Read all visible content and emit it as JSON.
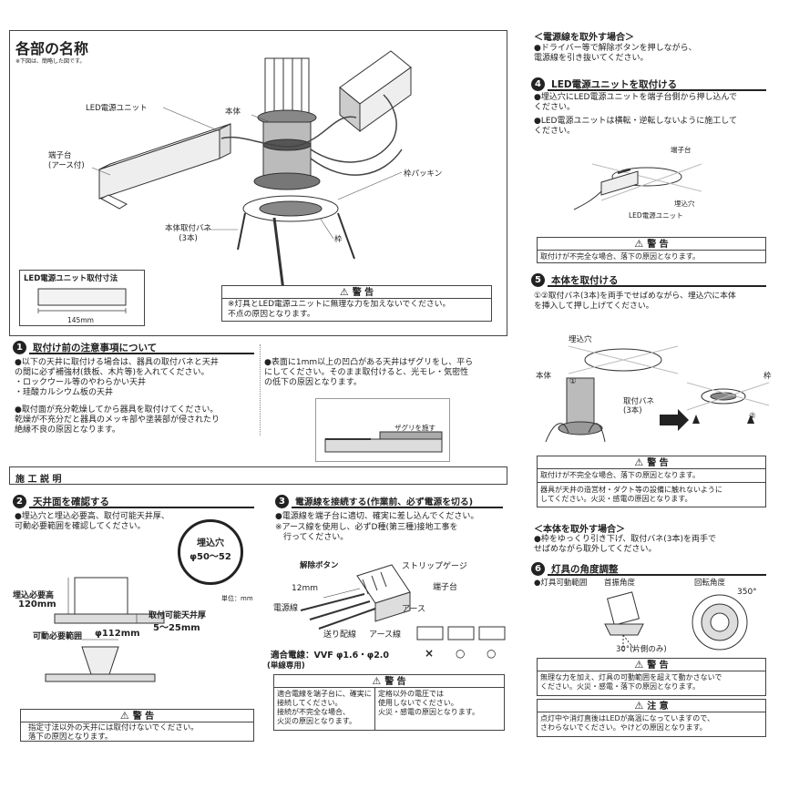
{
  "parts": {
    "title": "各部の名称",
    "note": "※下図は、簡略した図です。",
    "labels": {
      "led_unit": "LED電源ユニット",
      "body": "本体",
      "terminal": "端子台\n(アース付)",
      "frame_packing": "枠パッキン",
      "spring": "本体取付バネ\n(3本)",
      "frame": "枠"
    },
    "dim_title": "LED電源ユニット取付寸法",
    "dim_value": "145mm",
    "warning": {
      "head": "警 告",
      "text": "※灯具とLED電源ユニットに無理な力を加えないでください。\n不点の原因となります。"
    }
  },
  "sec1": {
    "num": "1",
    "title": "取付け前の注意事項について",
    "b1": "●以下の天井に取付ける場合は、器具の取付バネと天井\nの間に必ず補強材(鉄板、木片等)を入れてください。\n・ロックウール等のやわらかい天井\n・珪酸カルシウム板の天井",
    "b2": "●取付面が充分乾燥してから器具を取付けてください。\n乾燥が不充分だと器具のメッキ部や塗装部が侵されたり\n絶縁不良の原因となります。",
    "b3": "●表面に1mm以上の凹凸がある天井はザグリをし、平ら\nにしてください。そのまま取付けると、光モレ・気密性\nの低下の原因となります。",
    "zaguri": "ザグリを施す"
  },
  "instr": {
    "title": "施 工 説 明"
  },
  "sec2": {
    "num": "2",
    "title": "天井面を確認する",
    "text": "●埋込穴と埋込必要高、取付可能天井厚、\n可動必要範囲を確認してください。",
    "hole_title": "埋込穴",
    "hole_value": "φ50〜52",
    "unit": "単位：mm",
    "height_label": "埋込必要高",
    "height_value": "120mm",
    "thick_label": "取付可能天井厚",
    "thick_value": "5〜25mm",
    "range_label": "可動必要範囲",
    "range_value": "φ112mm",
    "warn_head": "警 告",
    "warn_text": "指定寸法以外の天井には取付けないでください。\n落下の原因となります。"
  },
  "sec3": {
    "num": "3",
    "title": "電源線を接続する(作業前、必ず電源を切る)",
    "b1": "●電源線を端子台に適切、確実に差し込んでください。",
    "b2": "※アース線を使用し、必ずD種(第三種)接地工事を\n　行ってください。",
    "release": "解除ボタン",
    "strip": "ストリップゲージ",
    "mm12": "12mm",
    "terminal": "端子台",
    "power_wire": "電源線",
    "earth": "アース",
    "feed": "送り配線",
    "earth_wire": "アース線",
    "wire_spec": "適合電線：VVF φ1.6・φ2.0",
    "wire_note": "(単線専用)",
    "marks": [
      "×",
      "○",
      "○"
    ],
    "warn_head": "警 告",
    "warn_left": "適合電線を端子台に、確実に\n接続してください。\n接続が不完全な場合、\n火災の原因となります。",
    "warn_right": "定格以外の電圧では\n使用しないでください。\n火災・感電の原因となります。"
  },
  "remove_wire": {
    "title": "＜電源線を取外す場合＞",
    "text": "●ドライバー等で解除ボタンを押しながら、\n電源線を引き抜いてください。"
  },
  "sec4": {
    "num": "4",
    "title": "LED電源ユニットを取付ける",
    "b1": "●埋込穴にLED電源ユニットを端子台側から押し込んで\nください。",
    "b2": "●LED電源ユニットは横転・逆転しないように施工して\nください。",
    "terminal": "端子台",
    "hole": "埋込穴",
    "unit": "LED電源ユニット",
    "warn_head": "警 告",
    "warn_text": "取付けが不完全な場合、落下の原因となります。"
  },
  "sec5": {
    "num": "5",
    "title": "本体を取付ける",
    "text": "①②取付バネ(3本)を両手でせばめながら、埋込穴に本体\nを挿入して押し上げてください。",
    "hole": "埋込穴",
    "body": "本体",
    "spring": "取付バネ\n(3本)",
    "frame": "枠",
    "c1": "①",
    "c2": "②",
    "warn_head": "警 告",
    "warn_1": "取付けが不完全な場合、落下の原因となります。",
    "warn_2": "器具が天井の造営材・ダクト等の設備に触れないように\nしてください。火災・感電の原因となります。"
  },
  "remove_body": {
    "title": "＜本体を取外す場合＞",
    "text": "●枠をゆっくり引き下げ、取付バネ(3本)を両手で\nせばめながら取外してください。"
  },
  "sec6": {
    "num": "6",
    "title": "灯具の角度調整",
    "range": "●灯具可動範囲",
    "tilt": "首振角度",
    "rotate": "回転角度",
    "deg350": "350°",
    "deg30": "30°(片側のみ)",
    "warn_head": "警 告",
    "warn_text": "無理な力を加え、灯具の可動範囲を超えて動かさないで\nください。火災・感電・落下の原因となります。",
    "caution_head": "注 意",
    "caution_text": "点灯中や消灯直後はLEDが高温になっていますので、\nさわらないでください。やけどの原因となります。"
  }
}
